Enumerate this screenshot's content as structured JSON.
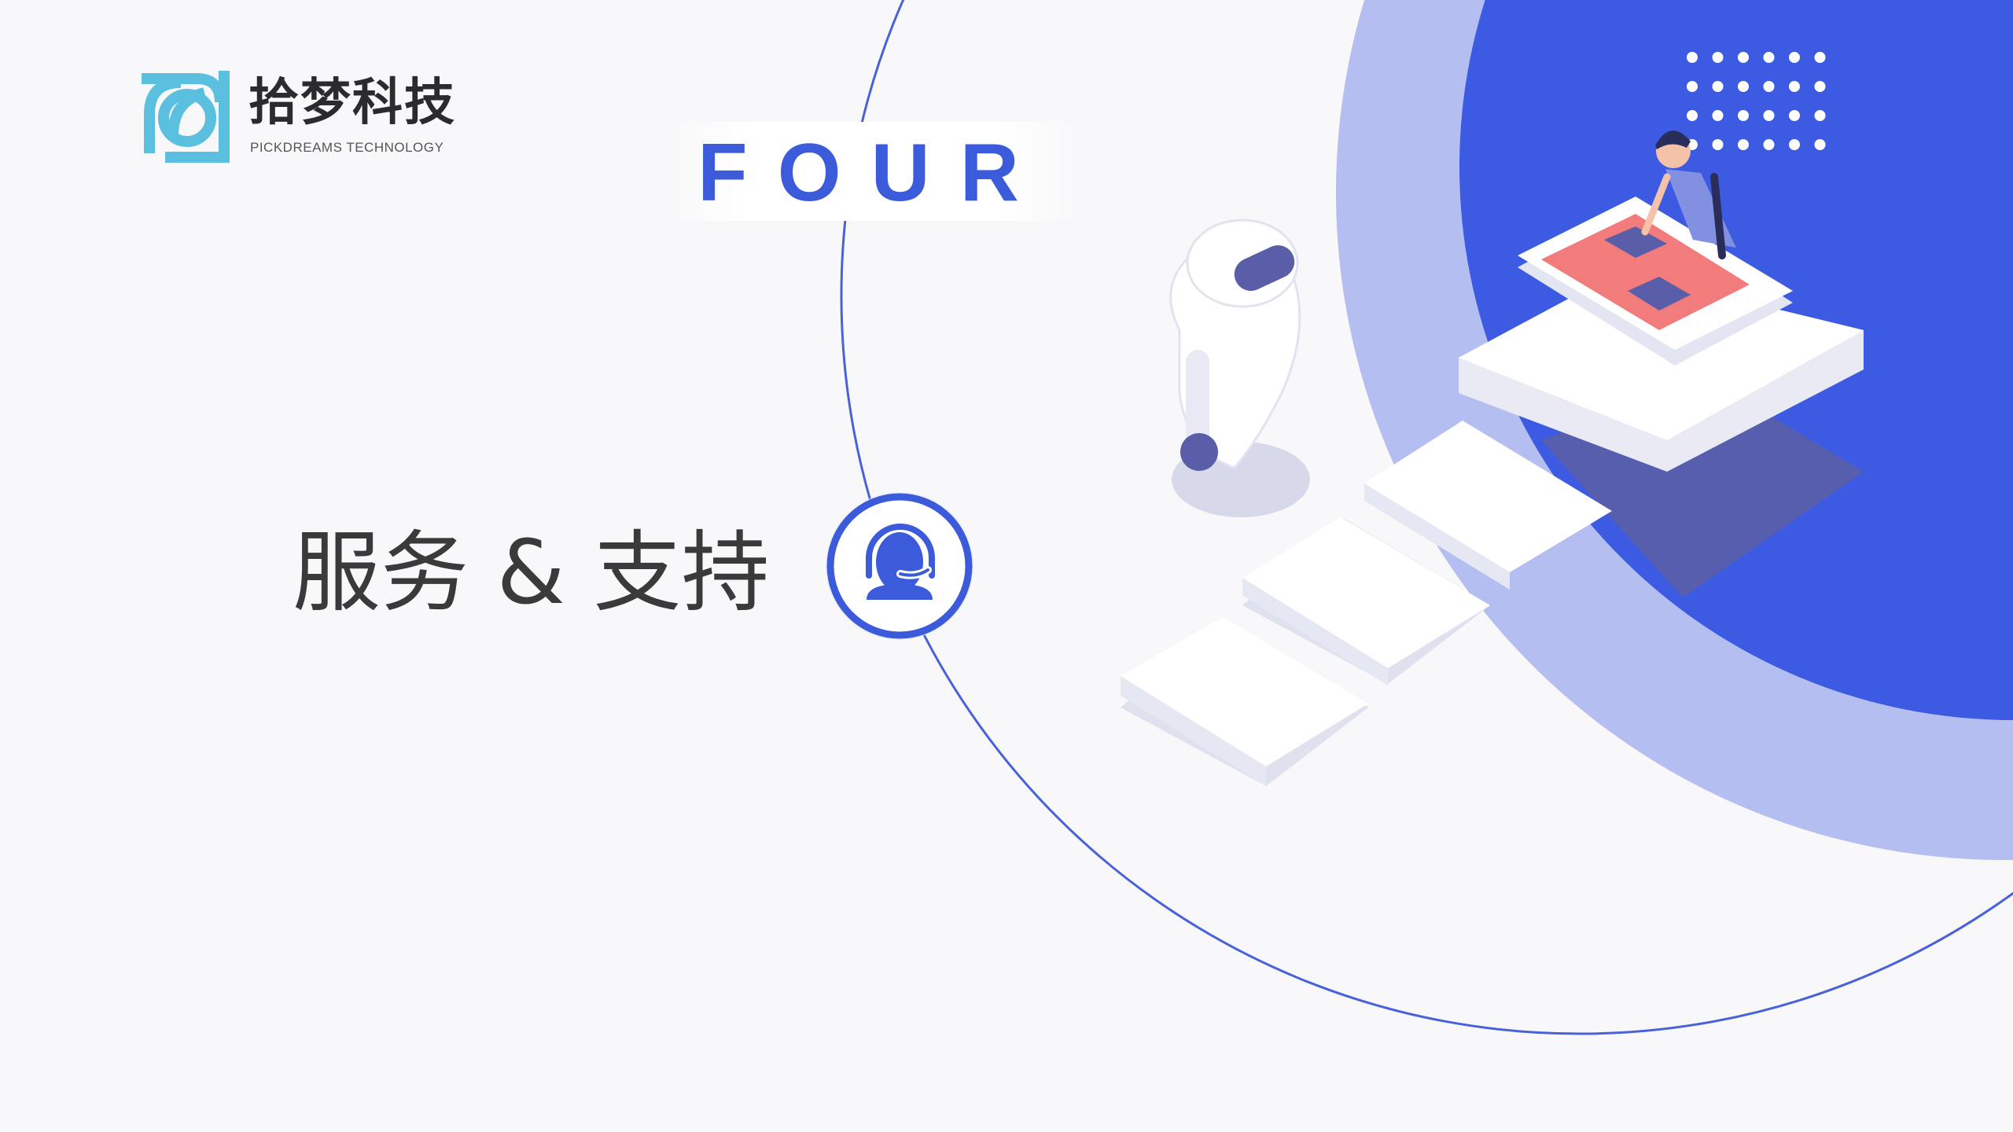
{
  "brand": {
    "name_cn": "拾梦科技",
    "name_en": "PICKDREAMS TECHNOLOGY"
  },
  "section": {
    "number_word": "FOUR",
    "title": "服务 & 支持"
  },
  "icons": {
    "section_icon": "customer-service-headset-icon"
  },
  "colors": {
    "accent": "#3b5bdb",
    "light_blue": "#b5bef0",
    "logo_cyan": "#5bbfe0",
    "background": "#f8f8fa"
  }
}
